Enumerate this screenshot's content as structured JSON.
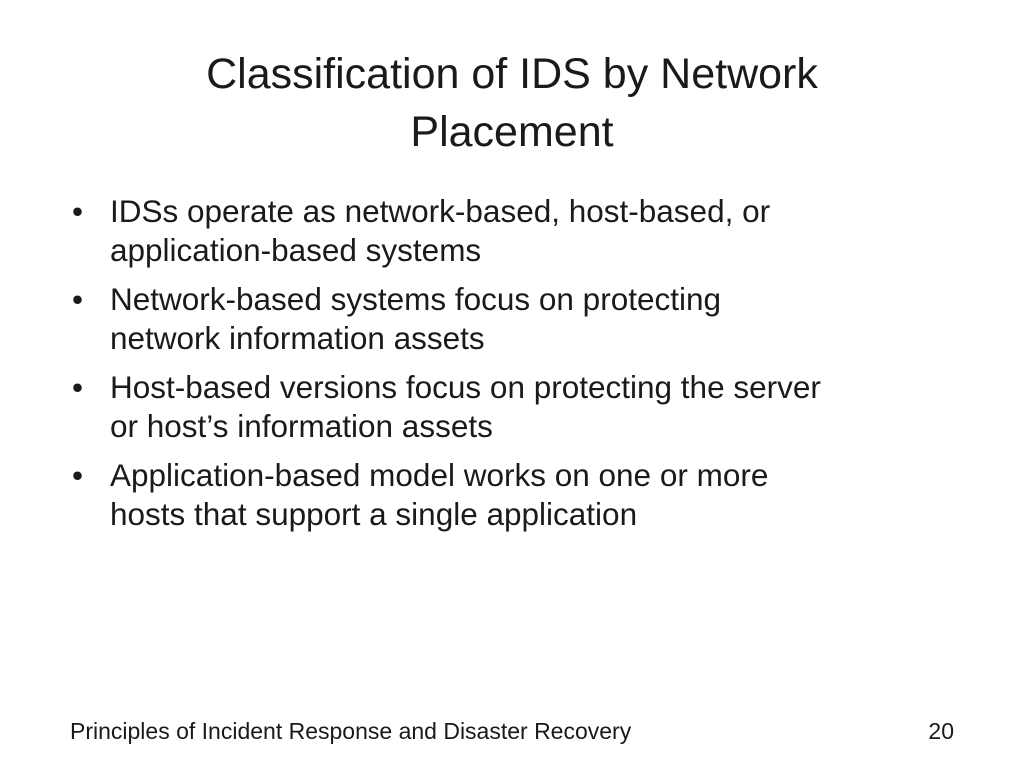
{
  "slide": {
    "title_lines": [
      "Classification of IDS by Network",
      "Placement"
    ],
    "bullet_symbol": "•",
    "bullets": [
      {
        "lines": [
          "IDSs operate as network-based, host-based, or",
          "application-based systems"
        ]
      },
      {
        "lines": [
          "Network-based systems focus on protecting",
          "network information assets"
        ]
      },
      {
        "lines": [
          "Host-based versions focus on protecting the server",
          "or host’s information assets"
        ]
      },
      {
        "lines": [
          "Application-based model works on one or more",
          "hosts that support a single application"
        ]
      }
    ],
    "footer": "Principles of Incident Response and Disaster Recovery",
    "page_number": "20"
  }
}
